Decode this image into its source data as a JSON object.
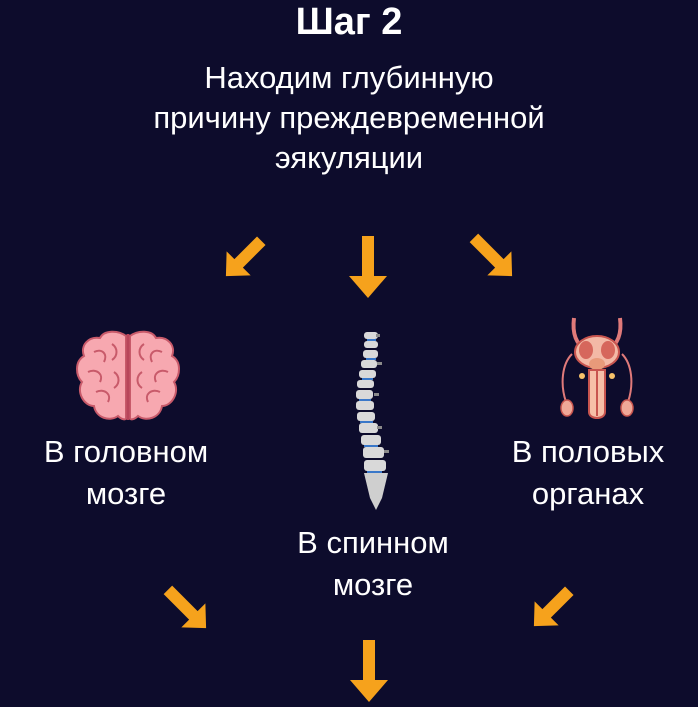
{
  "step_title": "Шаг 2",
  "subtitle_lines": [
    "Находим глубинную",
    "причину преждевременной",
    "эякуляции"
  ],
  "locations": {
    "brain": {
      "line1": "В головном",
      "line2": "мозге",
      "icon": "brain-icon"
    },
    "spine": {
      "line1": "В спинном",
      "line2": "мозге",
      "icon": "spine-icon"
    },
    "genitals": {
      "line1": "В половых",
      "line2": "органах",
      "icon": "reproductive-organs-icon"
    }
  },
  "colors": {
    "background": "#0d0c2c",
    "arrow": "#f6a21c",
    "text": "#ffffff",
    "brain": "#f7a8b0",
    "spine": "#d9d9d9",
    "spine_discs": "#3a78c9"
  }
}
